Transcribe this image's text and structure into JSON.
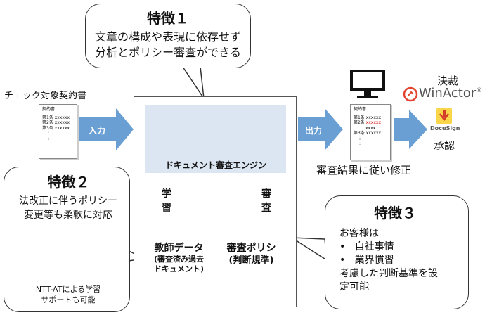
{
  "feature1": {
    "title": "特徴１",
    "lines": [
      "文章の構成や表現に依存せず",
      "分析とポリシー審査ができる"
    ]
  },
  "feature2": {
    "title": "特徴２",
    "lines": [
      "法改正に伴うポリシー",
      "変更等も柔軟に対応"
    ],
    "support": [
      "NTT-ATによる学習",
      "サポートも可能"
    ]
  },
  "feature3": {
    "title": "特徴３",
    "intro": "お客様は",
    "bullets": [
      "自社事情",
      "業界慣習"
    ],
    "outro": [
      "考慮した判断基準を設",
      "定可能"
    ]
  },
  "input_doc": {
    "label": "チェック対象契約書",
    "title": "契約書",
    "rows": [
      {
        "label": "第1条",
        "value": "xxxxxx"
      },
      {
        "label": "第2条",
        "value": "xxxxxx"
      },
      {
        "label": "第3条",
        "value": "xxxxxx"
      }
    ],
    "dots": [
      ":",
      ":"
    ]
  },
  "input_arrow": "入力",
  "output_arrow": "出力",
  "engine": {
    "label": "ドキュメント審査エンジン"
  },
  "learning_label": [
    "学",
    "習"
  ],
  "review_label": [
    "審",
    "査"
  ],
  "teacher_data": {
    "title": "教師データ",
    "sub": [
      "(審査済み過去",
      "ドキュメント)"
    ]
  },
  "policy": {
    "title": "審査ポリシ",
    "sub": "(判断規準)"
  },
  "output_doc": {
    "title": "契約書",
    "rows": [
      {
        "label": "第1条",
        "value": "xxxxxx",
        "red": false
      },
      {
        "label": "第2条",
        "value": "xxxxxx",
        "red": true
      },
      {
        "label": "",
        "value": "xxxx",
        "red": false
      },
      {
        "label": "第3条",
        "value": "xxxxxx",
        "red": false
      }
    ],
    "dots": [
      ":",
      ":"
    ]
  },
  "output_caption": "審査結果に従い修正",
  "approval": {
    "title": "決裁",
    "winactor": "WinActor",
    "registered": "®",
    "docusign": "DocuSign",
    "final": "承認"
  },
  "colors": {
    "arrow_blue": "#6a9fd4",
    "arrow_blue_dark": "#4f86c0",
    "engine_bg": "#dce6f2",
    "cylinder_green": "#92d050",
    "cylinder_green_top": "#c5e59a",
    "cylinder_yellow": "#ffc000",
    "cylinder_yellow_top": "#ffe38a",
    "red_text": "#d00000",
    "winactor_red": "#e2442f",
    "docusign_yellow": "#f9d54a"
  },
  "icons": [
    "robot-icon",
    "magnifier-icon",
    "monitor-icon",
    "winactor-logo-icon",
    "docusign-logo-icon",
    "support-staff-icon"
  ]
}
